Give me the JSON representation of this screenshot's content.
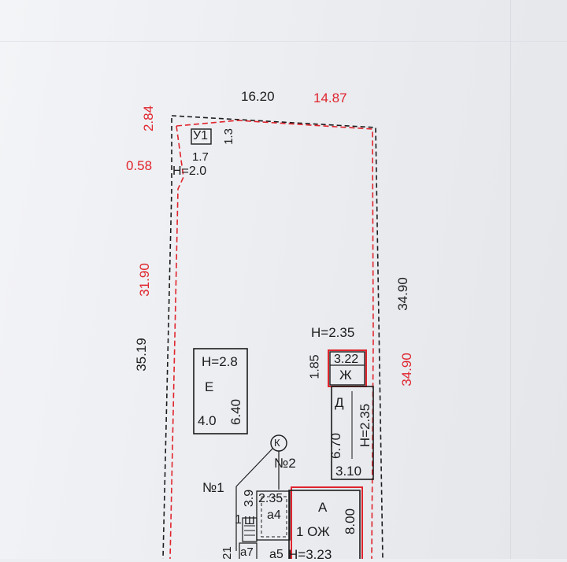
{
  "colors": {
    "red": "#e0242c",
    "black": "#1c1c1c",
    "paper": "#eceef2"
  },
  "plot": {
    "top_black": "16.20",
    "top_red": "14.87",
    "left_top_red": "2.84",
    "left_small_red": "0.58",
    "left_red": "31.90",
    "left_black": "35.19",
    "right_black": "34.90",
    "right_red": "34.90"
  },
  "u1": {
    "label": "У1",
    "dim_a": "1.3",
    "dim_b": "1.7",
    "height": "H=2.0"
  },
  "e": {
    "height": "H=2.8",
    "label": "Е",
    "dim_a": "4.0",
    "dim_b": "6.40"
  },
  "zh": {
    "height": "H=2.35",
    "side": "1.85",
    "dim": "3.22",
    "label": "Ж"
  },
  "d": {
    "label": "Д",
    "height": "H=2.35",
    "dim_a": "6.70",
    "dim_b": "3.10"
  },
  "well": {
    "label": "К",
    "n2": "№2",
    "n1": "№1"
  },
  "a": {
    "label": "А",
    "floor": "1 ОЖ",
    "dim": "8.00",
    "height": "H=3.23",
    "a4": "а4",
    "a5": "а5",
    "a7": "а7",
    "sh": "Ш",
    "v235": "2.35",
    "v39": "3.9",
    "v1": "1",
    "v21": "21"
  }
}
